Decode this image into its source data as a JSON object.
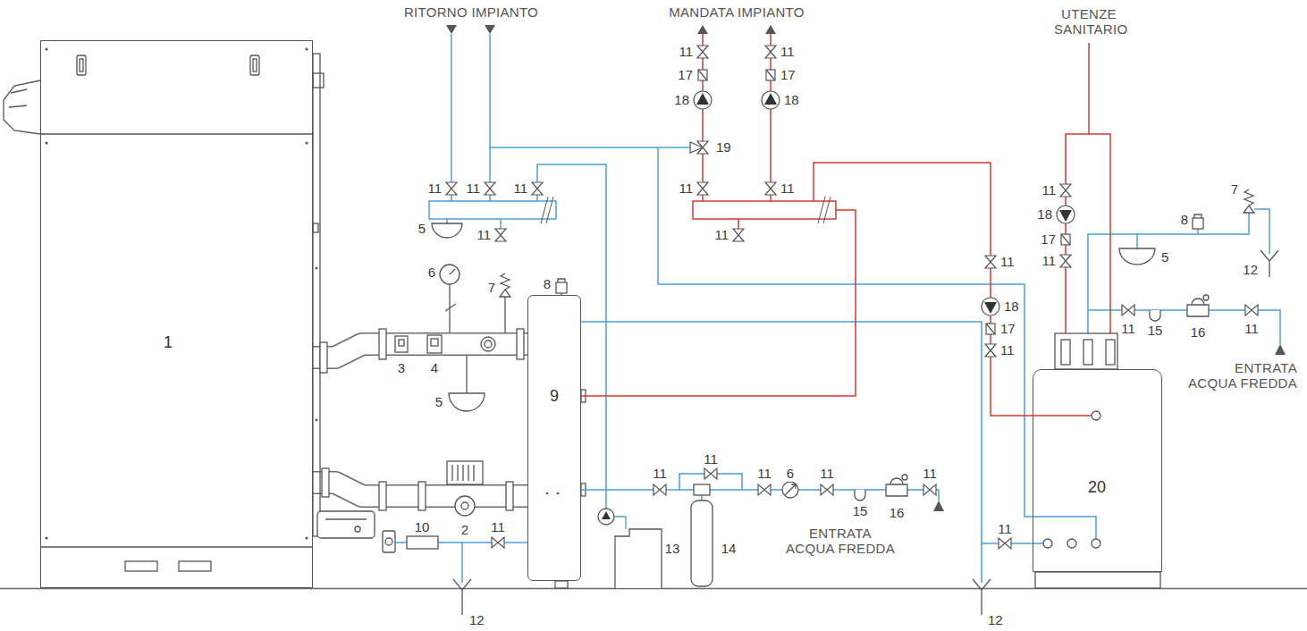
{
  "diagram": {
    "nodes": [
      {
        "text": [
          "1"
        ]
      },
      {
        "text": [
          "9"
        ]
      },
      {
        "text": [
          "20"
        ]
      }
    ],
    "edges": [
      {
        "from": 0,
        "to": 1,
        "arrow": "none"
      },
      {
        "from": 0,
        "to": 1,
        "arrow": "none"
      }
    ],
    "labels": [
      "RITORNO IMPIANTO",
      "MANDATA IMPIANTO",
      "UTENZE SANITARIO",
      "11",
      "11",
      "17",
      "17",
      "18",
      "18",
      "19",
      "11",
      "7",
      "11",
      "11",
      "11",
      "11",
      "11",
      "8",
      "18",
      "5",
      "11",
      "11",
      "17",
      "11",
      "11",
      "6",
      "5",
      "12",
      "7",
      "8",
      "18",
      "11",
      "11",
      "15",
      "16",
      "17",
      "11",
      "3",
      "4",
      "5",
      "ENTRATA ACQUA FREDDA",
      "2",
      "11",
      "11",
      "11",
      "6",
      "11",
      "11",
      "10",
      "11",
      "15",
      "16",
      "11",
      "ENTRATA ACQUA FREDDA",
      "13",
      "14",
      "12",
      "12"
    ]
  }
}
